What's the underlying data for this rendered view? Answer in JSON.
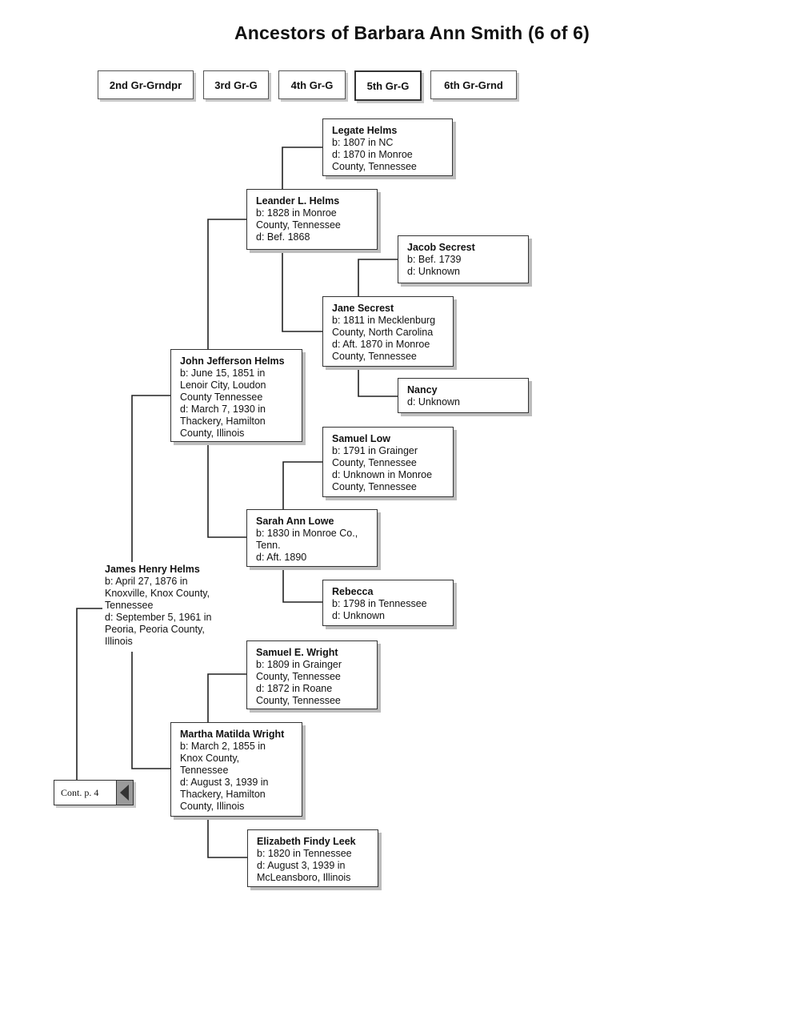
{
  "page": {
    "title": "Ancestors of Barbara Ann Smith (6 of 6)"
  },
  "tabs": [
    {
      "label": "2nd Gr-Grndpr"
    },
    {
      "label": "3rd Gr-G"
    },
    {
      "label": "4th Gr-G"
    },
    {
      "label": "5th Gr-G"
    },
    {
      "label": "6th Gr-Grnd"
    }
  ],
  "people": {
    "legate": {
      "name": "Legate Helms",
      "lines": [
        "b: 1807 in NC",
        "d: 1870 in Monroe",
        "County, Tennessee"
      ]
    },
    "leander": {
      "name": "Leander L. Helms",
      "lines": [
        "b: 1828 in Monroe",
        "County, Tennessee",
        "d: Bef. 1868"
      ]
    },
    "jacob": {
      "name": "Jacob Secrest",
      "lines": [
        "b: Bef. 1739",
        "d: Unknown"
      ]
    },
    "jane": {
      "name": "Jane Secrest",
      "lines": [
        "b: 1811 in Mecklenburg",
        "County, North Carolina",
        "d: Aft. 1870 in Monroe",
        "County, Tennessee"
      ]
    },
    "john": {
      "name": "John Jefferson Helms",
      "lines": [
        "b: June 15, 1851 in",
        "Lenoir City, Loudon",
        "County Tennessee",
        "d: March 7, 1930 in",
        "Thackery, Hamilton",
        "County, Illinois"
      ]
    },
    "nancy": {
      "name": "Nancy",
      "lines": [
        "d: Unknown"
      ]
    },
    "samuel_low": {
      "name": "Samuel Low",
      "lines": [
        "b: 1791 in Grainger",
        "County, Tennessee",
        "d: Unknown in Monroe",
        "County, Tennessee"
      ]
    },
    "sarah": {
      "name": "Sarah Ann Lowe",
      "lines": [
        "b: 1830 in Monroe Co.,",
        "Tenn.",
        "d: Aft. 1890"
      ]
    },
    "james": {
      "name": "James Henry Helms",
      "lines": [
        "b: April 27, 1876 in",
        "Knoxville, Knox County,",
        "Tennessee",
        "d: September 5, 1961 in",
        "Peoria, Peoria County,",
        "Illinois"
      ]
    },
    "rebecca": {
      "name": "Rebecca",
      "lines": [
        "b: 1798 in Tennessee",
        "d: Unknown"
      ]
    },
    "samuel_wright": {
      "name": "Samuel E. Wright",
      "lines": [
        "b: 1809 in Grainger",
        "County, Tennessee",
        "d: 1872 in Roane",
        "County, Tennessee"
      ]
    },
    "martha": {
      "name": "Martha Matilda Wright",
      "lines": [
        "b: March 2, 1855 in",
        "Knox County,",
        "Tennessee",
        "d: August 3, 1939 in",
        "Thackery, Hamilton",
        "County, Illinois"
      ]
    },
    "elizabeth": {
      "name": "Elizabeth Findy Leek",
      "lines": [
        "b: 1820 in Tennessee",
        "d: August 3, 1939 in",
        "McLeansboro, Illinois"
      ]
    }
  },
  "continuation": {
    "label": "Cont. p. 4",
    "icon": "left-triangle-icon"
  }
}
